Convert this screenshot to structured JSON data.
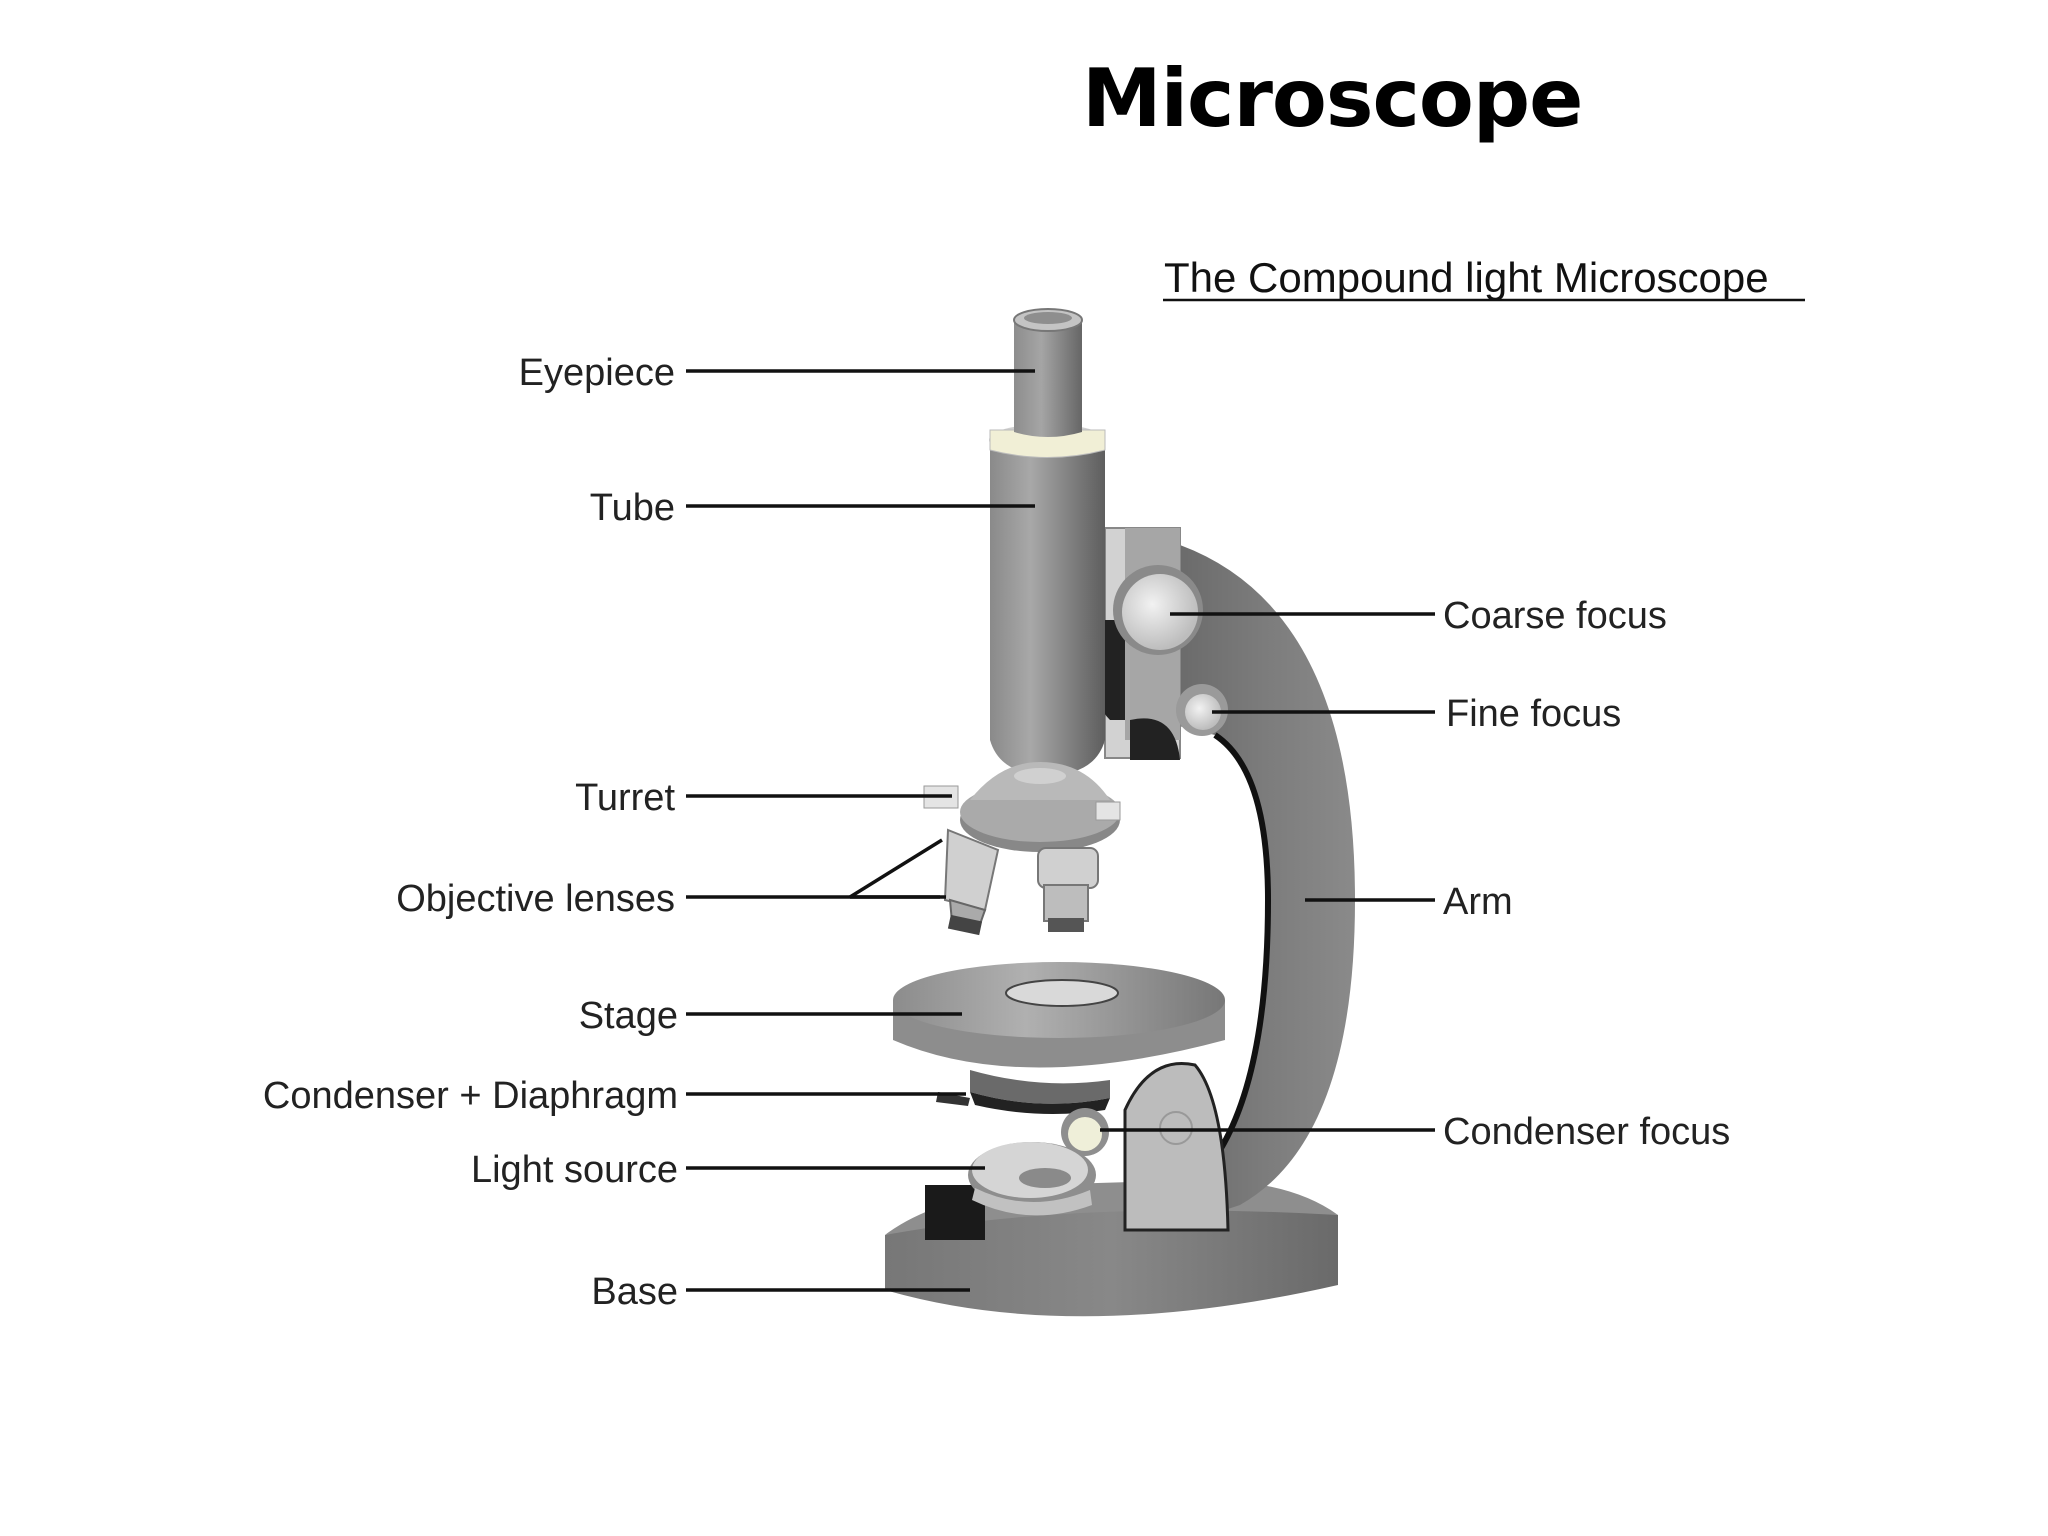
{
  "title": "Microscope",
  "diagram": {
    "subtitle": "The Compound light Microscope",
    "labels": {
      "eyepiece": "Eyepiece",
      "tube": "Tube",
      "turret": "Turret",
      "objective_lenses": "Objective lenses",
      "stage": "Stage",
      "condenser_diaphragm": "Condenser + Diaphragm",
      "light_source": "Light source",
      "base": "Base",
      "coarse_focus": "Coarse focus",
      "fine_focus": "Fine focus",
      "arm": "Arm",
      "condenser_focus": "Condenser focus"
    }
  },
  "colors": {
    "metal_dark": "#707070",
    "metal_mid": "#9a9a9a",
    "metal_light": "#c8c8c8",
    "ring_cream": "#f1efd6"
  }
}
